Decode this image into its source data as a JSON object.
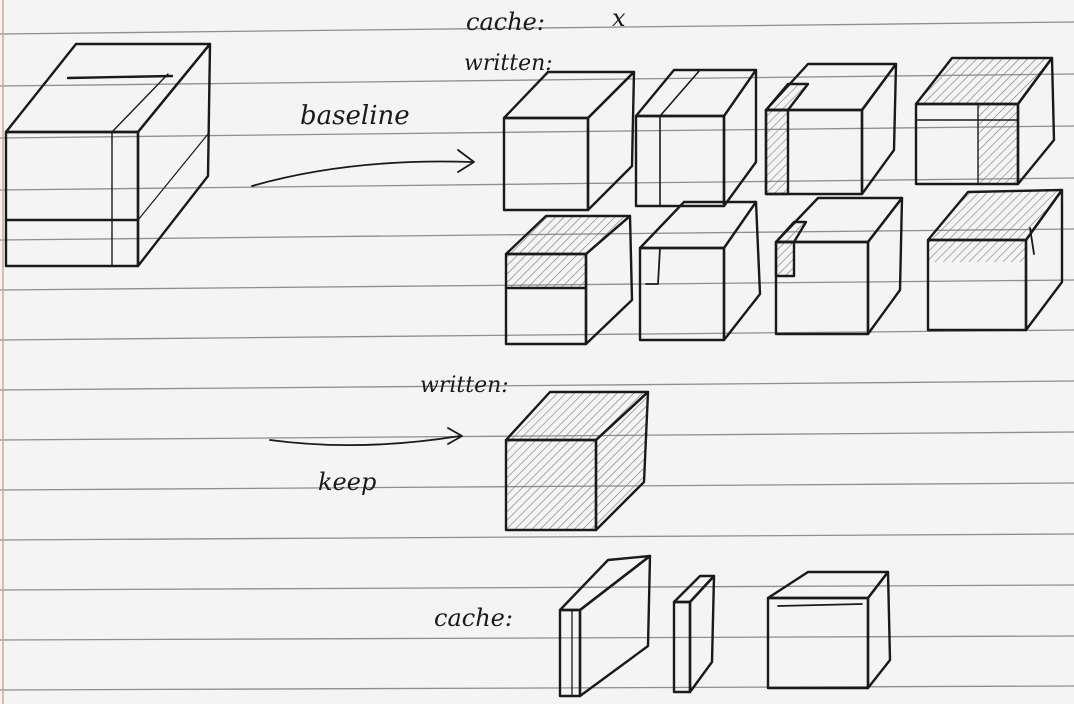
{
  "page": {
    "paper_color": "#f4f4f2",
    "rule_color": "#8e8e8e",
    "margin_color": "#d9a0a0",
    "ink_color": "#1a1a1a",
    "hatch_color": "#7a7a7a"
  },
  "labels": {
    "cache_top": "cache:",
    "cache_top_mark": "x",
    "written_top": "written:",
    "baseline": "baseline",
    "written_middle": "written:",
    "keep": "keep",
    "cache_bottom": "cache:"
  }
}
